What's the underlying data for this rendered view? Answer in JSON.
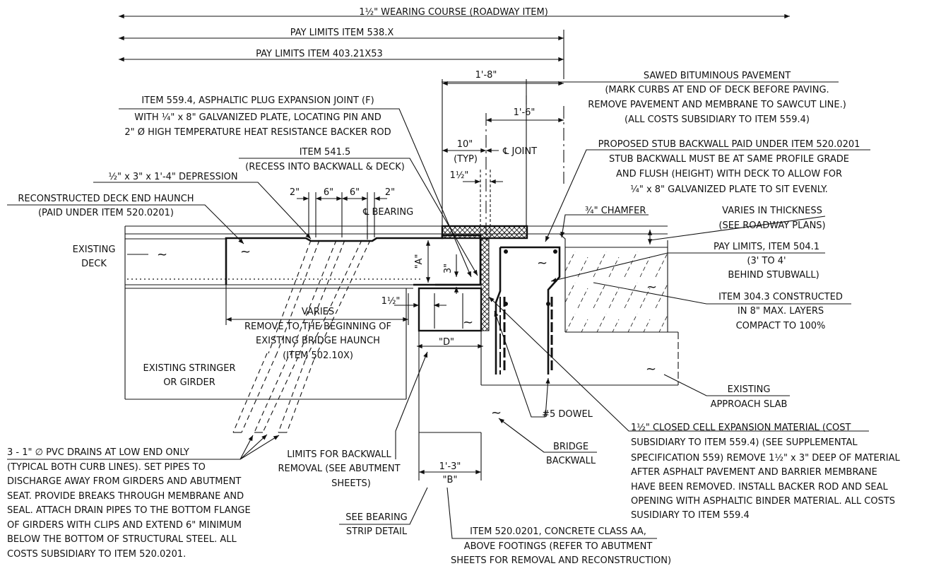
{
  "top_dimensions": {
    "wearing_course": "1½\" WEARING COURSE (ROADWAY ITEM)",
    "pay_limits_538": "PAY LIMITS ITEM 538.X",
    "pay_limits_403": "PAY LIMITS ITEM 403.21X53"
  },
  "dimensions": {
    "d_1_8": "1'-8\"",
    "d_1_6": "1'-6\"",
    "d_10": "10\"",
    "d_typ": "(TYP)",
    "cl_joint": "℄ JOINT",
    "d_1_5": "1½\"",
    "d_2a": "2\"",
    "d_6a": "6\"",
    "d_6b": "6\"",
    "d_2b": "2\"",
    "cl_bearing": "℄ BEARING",
    "d_A": "\"A\"",
    "d_3": "3\"",
    "d_1_5b": "1½\"",
    "d_D": "\"D\"",
    "d_1_3": "1'-3\"",
    "d_B": "\"B\""
  },
  "notes": {
    "sawed_1": "SAWED BITUMINOUS PAVEMENT",
    "sawed_2": "(MARK CURBS AT END OF DECK BEFORE PAVING.",
    "sawed_3": "REMOVE PAVEMENT AND MEMBRANE TO SAWCUT LINE.)",
    "sawed_4": "(ALL COSTS SUBSIDIARY TO ITEM 559.4)",
    "plug_1": "ITEM 559.4, ASPHALTIC PLUG EXPANSION JOINT (F)",
    "plug_2": "WITH ¼\" x 8\" GALVANIZED PLATE, LOCATING PIN AND",
    "plug_3": "2\" Ø HIGH TEMPERATURE HEAT RESISTANCE BACKER ROD",
    "i541_1": "ITEM 541.5",
    "i541_2": "(RECESS INTO BACKWALL & DECK)",
    "depression": "½\" x 3\" x 1'-4\" DEPRESSION",
    "haunch_1": "RECONSTRUCTED DECK END HAUNCH",
    "haunch_2": "(PAID UNDER ITEM 520.0201)",
    "stub_1": "PROPOSED STUB BACKWALL PAID UNDER ITEM 520.0201",
    "stub_2": "STUB BACKWALL MUST BE AT SAME PROFILE GRADE",
    "stub_3": "AND FLUSH (HEIGHT) WITH DECK TO ALLOW FOR",
    "stub_4": "¼\" x 8\" GALVANIZED PLATE TO SIT EVENLY.",
    "chamfer": "¾\" CHAMFER",
    "varies_1": "VARIES IN THICKNESS",
    "varies_2": "(SEE ROADWAY PLANS)",
    "pay504_1": "PAY LIMITS, ITEM 504.1",
    "pay504_2": "(3' TO 4'",
    "pay504_3": "BEHIND STUBWALL)",
    "i304_1": "ITEM 304.3 CONSTRUCTED",
    "i304_2": "IN 8\" MAX. LAYERS",
    "i304_3": "COMPACT TO 100%",
    "existing_deck_1": "EXISTING",
    "existing_deck_2": "DECK",
    "varies": "VARIES",
    "remove_1": "REMOVE TO THE BEGINNING OF",
    "remove_2": "EXISTING BRIDGE HAUNCH",
    "remove_3": "(ITEM 502.10X)",
    "stringer_1": "EXISTING STRINGER",
    "stringer_2": "OR GIRDER",
    "approach_1": "EXISTING",
    "approach_2": "APPROACH SLAB",
    "dowel": "#5 DOWEL",
    "closed_1": "1½\" CLOSED CELL EXPANSION MATERIAL (COST",
    "closed_2": "SUBSIDIARY TO ITEM 559.4) (SEE SUPPLEMENTAL",
    "closed_3": "SPECIFICATION 559) REMOVE 1½\" x 3\" DEEP OF MATERIAL",
    "closed_4": "AFTER ASPHALT PAVEMENT AND BARRIER MEMBRANE",
    "closed_5": "HAVE BEEN REMOVED. INSTALL BACKER ROD AND SEAL",
    "closed_6": "OPENING WITH ASPHALTIC BINDER MATERIAL.  ALL COSTS",
    "closed_7": "SUSIDIARY TO ITEM 559.4",
    "backwall_1": "BRIDGE",
    "backwall_2": "BACKWALL",
    "limits_1": "LIMITS FOR BACKWALL",
    "limits_2": "REMOVAL (SEE ABUTMENT",
    "limits_3": "SHEETS)",
    "drains_1": "3 - 1\" ∅ PVC DRAINS AT LOW END ONLY",
    "drains_2": "(TYPICAL BOTH CURB LINES). SET PIPES TO",
    "drains_3": "DISCHARGE AWAY FROM GIRDERS AND ABUTMENT",
    "drains_4": "SEAT. PROVIDE BREAKS THROUGH MEMBRANE AND",
    "drains_5": "SEAL. ATTACH DRAIN PIPES TO THE BOTTOM FLANGE",
    "drains_6": "OF GIRDERS WITH CLIPS AND EXTEND 6\" MINIMUM",
    "drains_7": "BELOW THE BOTTOM OF STRUCTURAL STEEL. ALL",
    "drains_8": "COSTS SUBSIDIARY TO ITEM 520.0201.",
    "bearing_1": "SEE BEARING",
    "bearing_2": "STRIP DETAIL",
    "i520_1": "ITEM 520.0201, CONCRETE CLASS AA,",
    "i520_2": "ABOVE FOOTINGS (REFER TO ABUTMENT",
    "i520_3": "SHEETS FOR REMOVAL AND RECONSTRUCTION)"
  }
}
